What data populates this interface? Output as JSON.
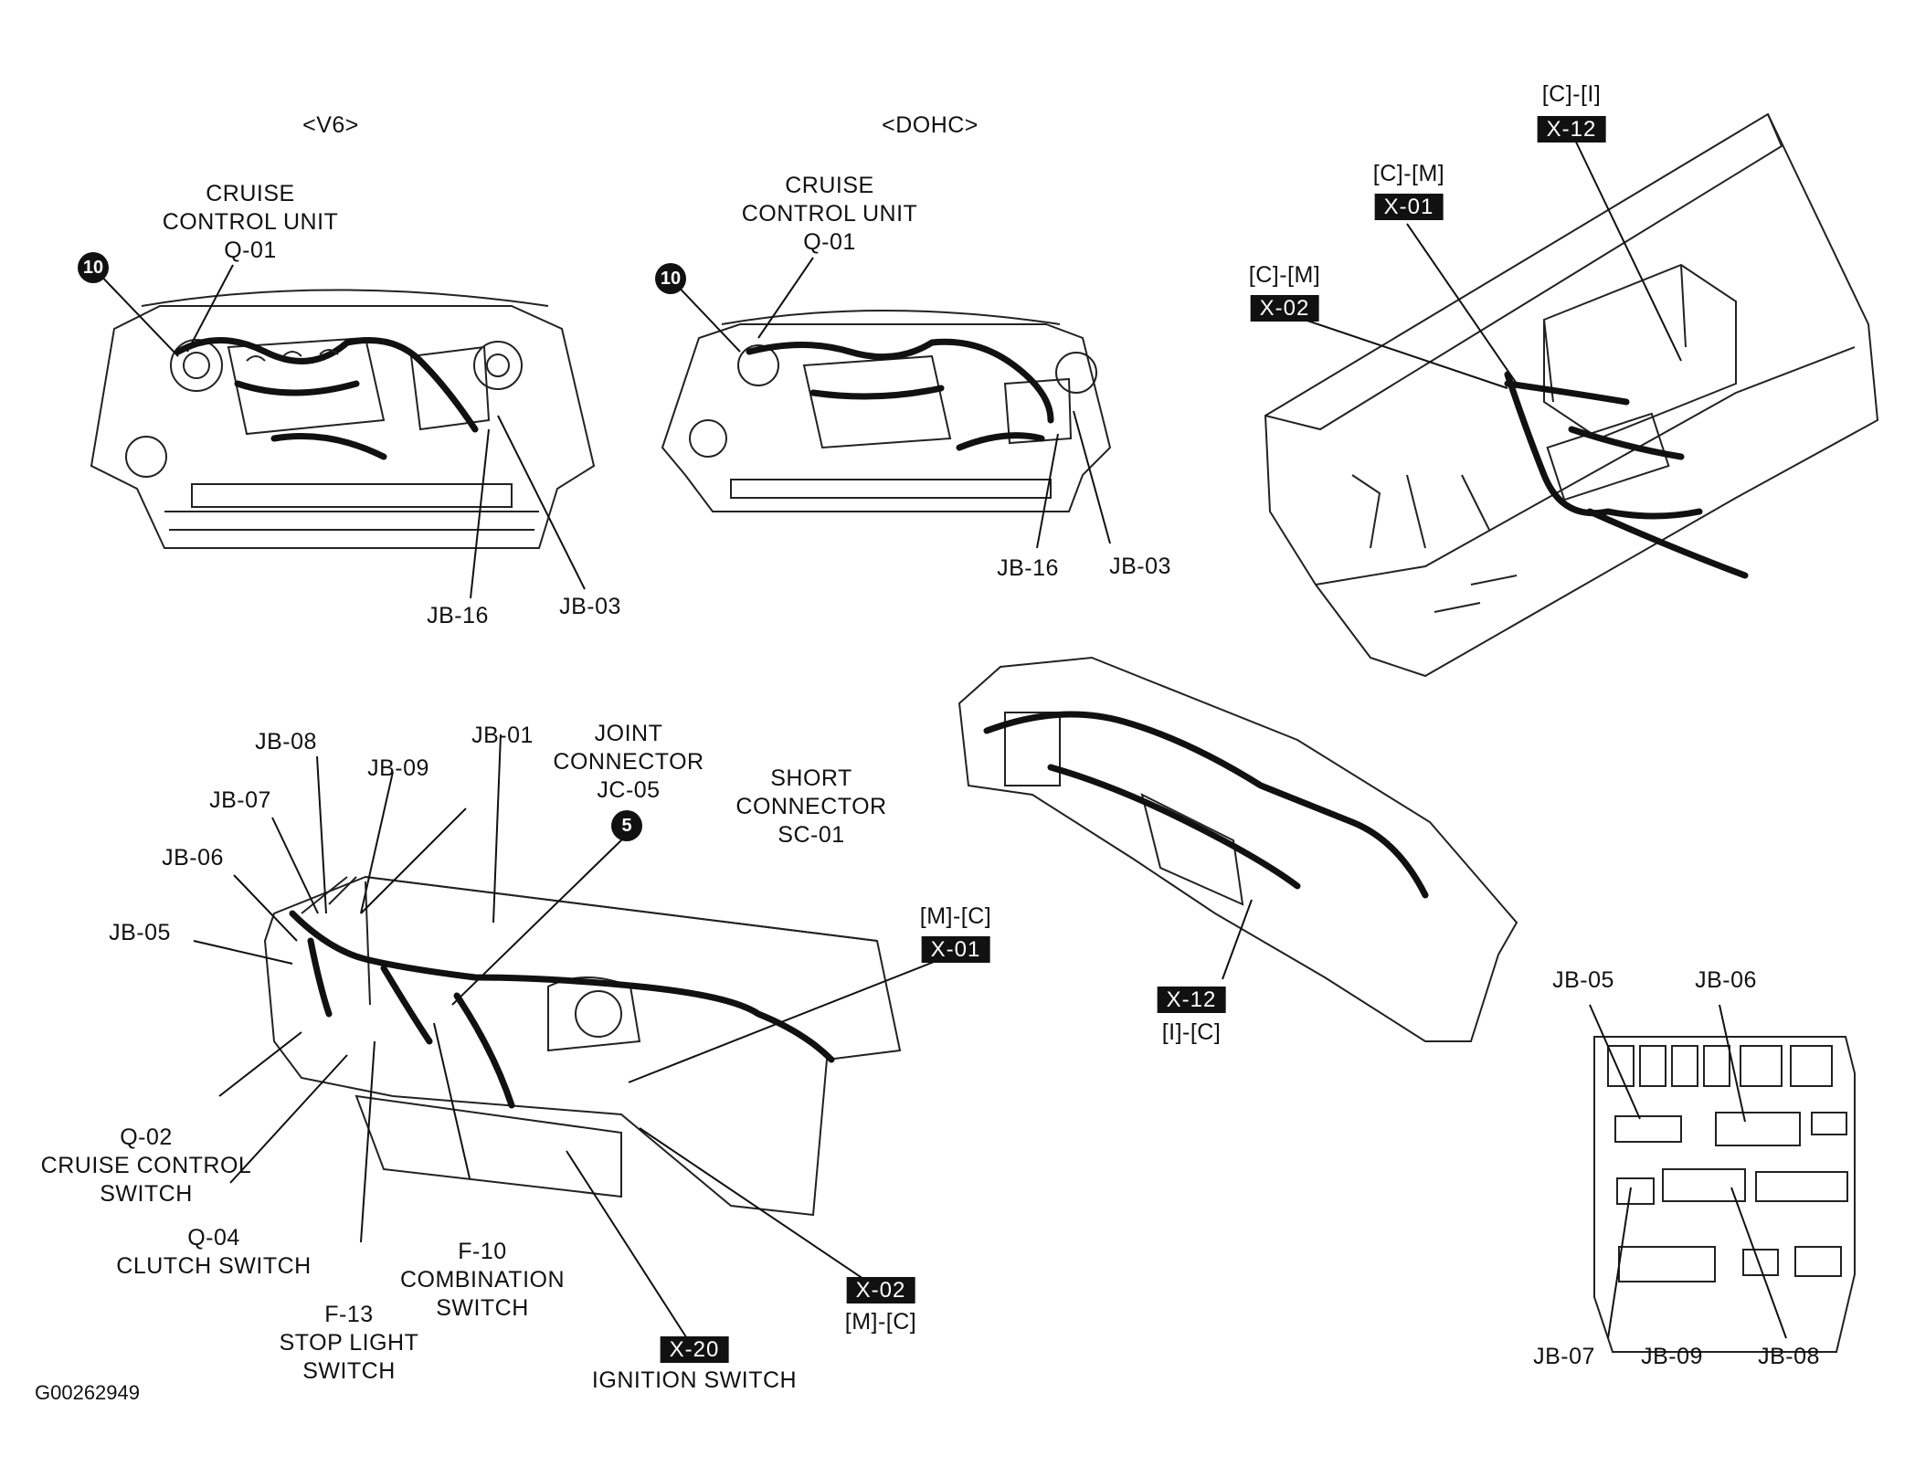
{
  "views": {
    "v6": {
      "title": "<V6>",
      "unit": [
        "CRUISE",
        "CONTROL UNIT",
        "Q-01"
      ],
      "marker": "10",
      "jb16": "JB-16",
      "jb03": "JB-03"
    },
    "dohc": {
      "title": "<DOHC>",
      "unit": [
        "CRUISE",
        "CONTROL UNIT",
        "Q-01"
      ],
      "marker": "10",
      "jb16": "JB-16",
      "jb03": "JB-03"
    }
  },
  "floor": {
    "x12": {
      "route": "[C]-[I]",
      "tag": "X-12"
    },
    "x01": {
      "route": "[C]-[M]",
      "tag": "X-01"
    },
    "x02": {
      "route": "[C]-[M]",
      "tag": "X-02"
    }
  },
  "dash": {
    "x12": {
      "tag": "X-12",
      "route": "[I]-[C]"
    }
  },
  "panel": {
    "jb08": "JB-08",
    "jb07": "JB-07",
    "jb06": "JB-06",
    "jb05": "JB-05",
    "jb01": "JB-01",
    "jb09": "JB-09",
    "joint": [
      "JOINT",
      "CONNECTOR",
      "JC-05"
    ],
    "joint_marker": "5",
    "short": [
      "SHORT",
      "CONNECTOR",
      "SC-01"
    ],
    "x01": {
      "route": "[M]-[C]",
      "tag": "X-01"
    },
    "x02": {
      "tag": "X-02",
      "route": "[M]-[C]"
    },
    "x20": {
      "tag": "X-20",
      "name": "IGNITION SWITCH"
    },
    "q02": [
      "Q-02",
      "CRUISE CONTROL",
      "SWITCH"
    ],
    "q04": [
      "Q-04",
      "CLUTCH SWITCH"
    ],
    "f13": [
      "F-13",
      "STOP LIGHT",
      "SWITCH"
    ],
    "f10": [
      "F-10",
      "COMBINATION",
      "SWITCH"
    ]
  },
  "junction_box": {
    "jb05": "JB-05",
    "jb06": "JB-06",
    "jb07": "JB-07",
    "jb09": "JB-09",
    "jb08": "JB-08"
  },
  "figure_id": "G00262949"
}
